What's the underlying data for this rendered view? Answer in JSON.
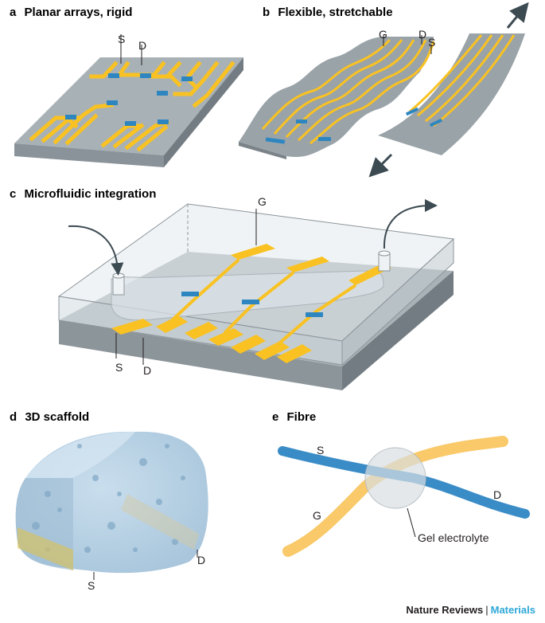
{
  "panels": {
    "a": {
      "letter": "a",
      "title": "Planar arrays, rigid",
      "terminals": {
        "source": "S",
        "drain": "D"
      }
    },
    "b": {
      "letter": "b",
      "title": "Flexible, stretchable",
      "terminals": {
        "gate": "G",
        "drain": "D",
        "source": "S"
      }
    },
    "c": {
      "letter": "c",
      "title": "Microfluidic integration",
      "terminals": {
        "gate": "G",
        "source": "S",
        "drain": "D"
      }
    },
    "d": {
      "letter": "d",
      "title": "3D scaffold",
      "terminals": {
        "source": "S",
        "drain": "D"
      }
    },
    "e": {
      "letter": "e",
      "title": "Fibre",
      "terminals": {
        "source": "S",
        "drain": "D",
        "gate": "G"
      },
      "electrolyte_label": "Gel electrolyte"
    }
  },
  "footer": {
    "journal": "Nature Reviews",
    "separator": "|",
    "subject": "Materials"
  },
  "colors": {
    "electrode": "#f9c222",
    "channel": "#2e86c1",
    "substrate": "#9fa8ad",
    "fibre_blue": "#3a8cc7",
    "fibre_yellow": "#f9c96a",
    "scaffold": "#b8d4e6",
    "accent": "#2ea8d8"
  }
}
